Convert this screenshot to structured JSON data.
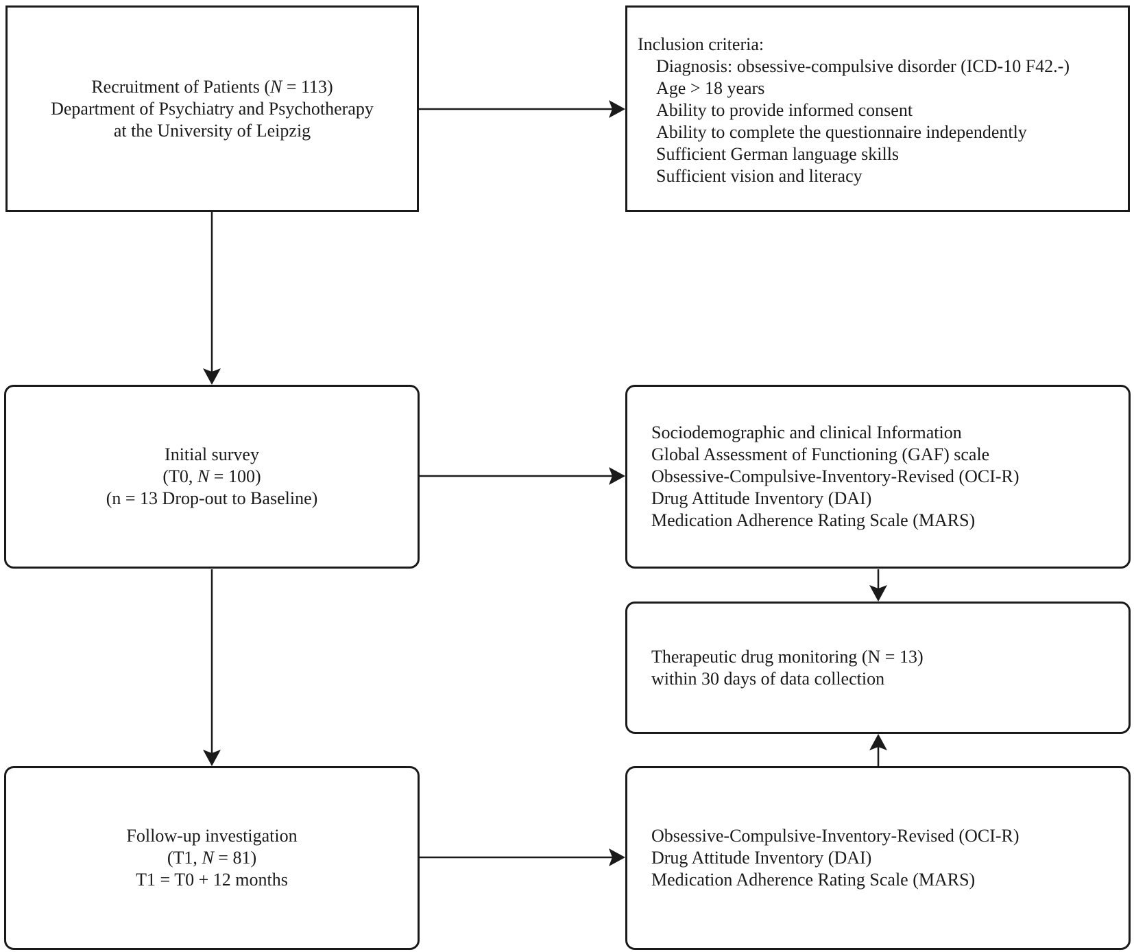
{
  "recruitment": {
    "lines": [
      [
        "Recruitment of Patients (",
        "N",
        " = 113)"
      ],
      [
        "Department of Psychiatry and Psychotherapy"
      ],
      [
        "at the University of Leipzig"
      ]
    ]
  },
  "inclusion": {
    "title": "Inclusion criteria:",
    "items": [
      "Diagnosis: obsessive-compulsive disorder (ICD-10 F42.-)",
      "Age > 18 years",
      "Ability to provide informed consent",
      "Ability to complete the questionnaire independently",
      "Sufficient German language skills",
      "Sufficient vision and literacy"
    ]
  },
  "initial_survey": {
    "lines": [
      [
        "Initial survey"
      ],
      [
        "(T0, ",
        "N",
        " = 100)"
      ],
      [
        "(n = 13 Drop-out to Baseline)"
      ]
    ]
  },
  "t0_measures": {
    "items": [
      "Sociodemographic and clinical Information",
      "Global Assessment of Functioning (GAF) scale",
      "Obsessive-Compulsive-Inventory-Revised (OCI-R)",
      "Drug Attitude Inventory (DAI)",
      "Medication Adherence Rating Scale (MARS)"
    ]
  },
  "tdm": {
    "items": [
      "Therapeutic drug monitoring (N = 13)",
      "within 30 days of data collection"
    ]
  },
  "follow_up": {
    "lines": [
      [
        "Follow-up investigation"
      ],
      [
        "(T1, ",
        "N",
        " = 81)"
      ],
      [
        "T1 = T0 + 12 months"
      ]
    ]
  },
  "t1_measures": {
    "items": [
      "Obsessive-Compulsive-Inventory-Revised (OCI-R)",
      "Drug Attitude Inventory (DAI)",
      "Medication Adherence Rating Scale (MARS)"
    ]
  },
  "colors": {
    "stroke": "#1a1a1a",
    "background": "#ffffff"
  }
}
